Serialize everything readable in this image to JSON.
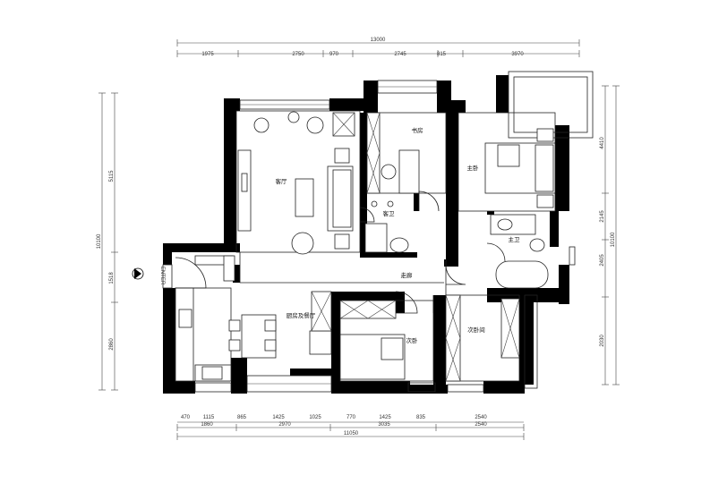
{
  "dimensions": {
    "top_total": "13000",
    "top_segments": [
      "1975",
      "2750",
      "970",
      "2745",
      "815",
      "3970"
    ],
    "bottom_row1": [
      "470",
      "1115",
      "865",
      "1425",
      "1025",
      "770",
      "1425",
      "835",
      "2540"
    ],
    "bottom_row2": [
      "1860",
      "2970",
      "3035",
      "2540"
    ],
    "bottom_total": "11050",
    "left_total": "10100",
    "left_segments": [
      "5115",
      "1518",
      "2860"
    ],
    "right_total": "10100",
    "right_segments": [
      "4410",
      "2145",
      "2405",
      "2030"
    ]
  },
  "rooms": {
    "living": "客厅",
    "study": "书房",
    "master_bedroom": "主卧",
    "guest_bath": "客卫",
    "master_bath": "主卫",
    "corridor": "走廊",
    "kitchen_dining": "厨房及餐厅",
    "second_bedroom": "次卧",
    "secondary_room": "次卧间"
  },
  "entry_label": "ENTER"
}
